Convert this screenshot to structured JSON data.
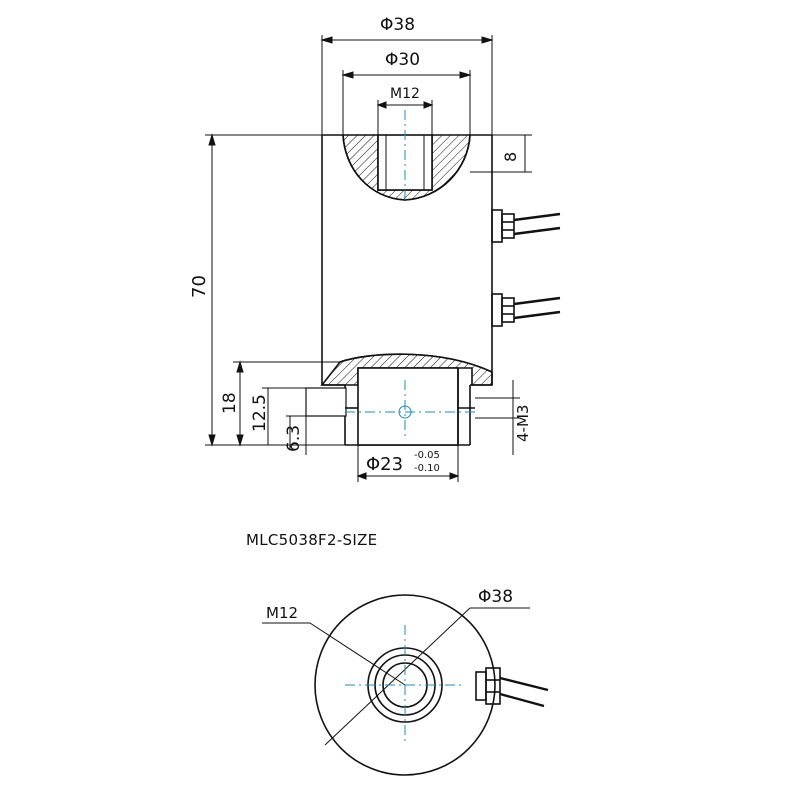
{
  "drawing": {
    "model_label": "MLC5038F2-SIZE",
    "line_color": "#111111",
    "hatch_color": "#111111",
    "centerline_color": "#1a8fb5",
    "side_view": {
      "outer_diameter": "Φ38",
      "pocket_diameter": "Φ30",
      "thread_top": "M12",
      "top_depth": "8",
      "total_height": "70",
      "bottom_height": "18",
      "bottom_offset_1": "12.5",
      "bottom_offset_2": "6.3",
      "side_thread": "4-M3",
      "bottom_bore": "Φ23",
      "bottom_bore_tol_upper": "-0.05",
      "bottom_bore_tol_lower": "-0.10"
    },
    "top_view": {
      "thread": "M12",
      "outer_diameter": "Φ38"
    }
  }
}
